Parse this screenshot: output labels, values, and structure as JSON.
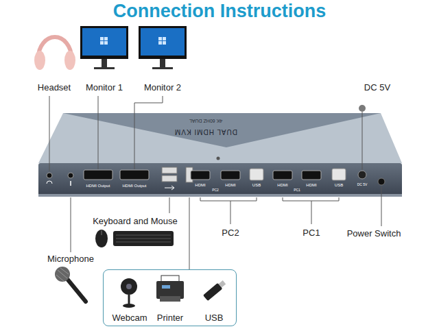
{
  "diagram": {
    "title": "Connection Instructions",
    "nodes": [
      {
        "text": [
          "Webcam",
          "Printer",
          "USB"
        ]
      }
    ],
    "labels": [
      "Headset",
      "Monitor 1",
      "Monitor 2",
      "DC 5V",
      "4K 60HZ DUAL",
      "DUAL HDMI KVM",
      "HDMI Output",
      "HDMI Output",
      "HDMI",
      "HDMI",
      "PC2",
      "USB",
      "HDMI",
      "HDMI",
      "PC1",
      "USB",
      "DC 5V",
      "Keyboard and Mouse",
      "PC2",
      "PC1",
      "Power Switch",
      "Microphone"
    ]
  }
}
